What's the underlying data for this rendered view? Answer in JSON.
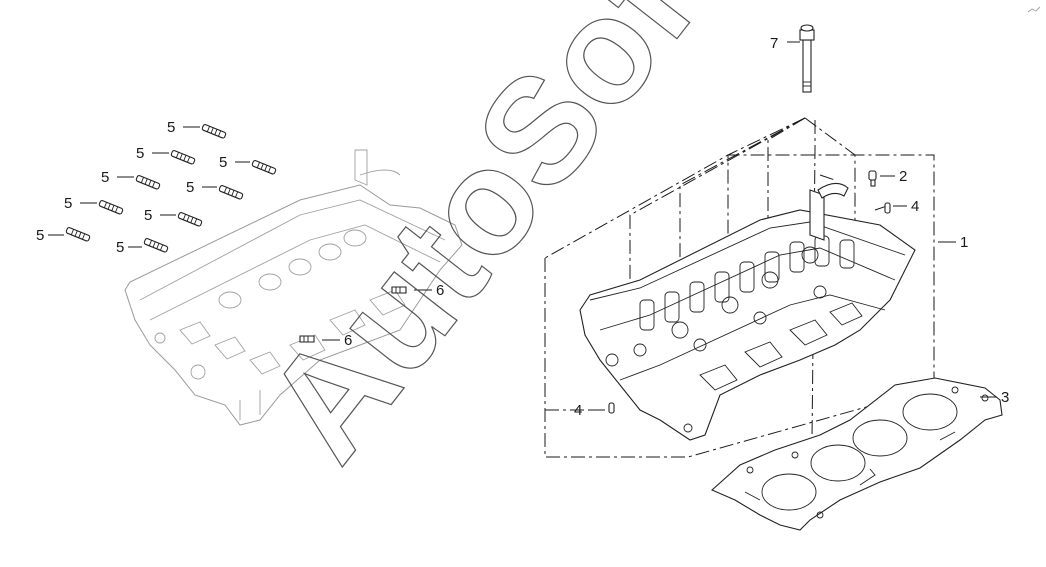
{
  "watermark": "AutoSoft",
  "callouts": {
    "c1": "1",
    "c2": "2",
    "c3": "3",
    "c4a": "4",
    "c4b": "4",
    "c5a": "5",
    "c5b": "5",
    "c5c": "5",
    "c5d": "5",
    "c5e": "5",
    "c5f": "5",
    "c5g": "5",
    "c5h": "5",
    "c5i": "5",
    "c6a": "6",
    "c6b": "6",
    "c7": "7"
  }
}
